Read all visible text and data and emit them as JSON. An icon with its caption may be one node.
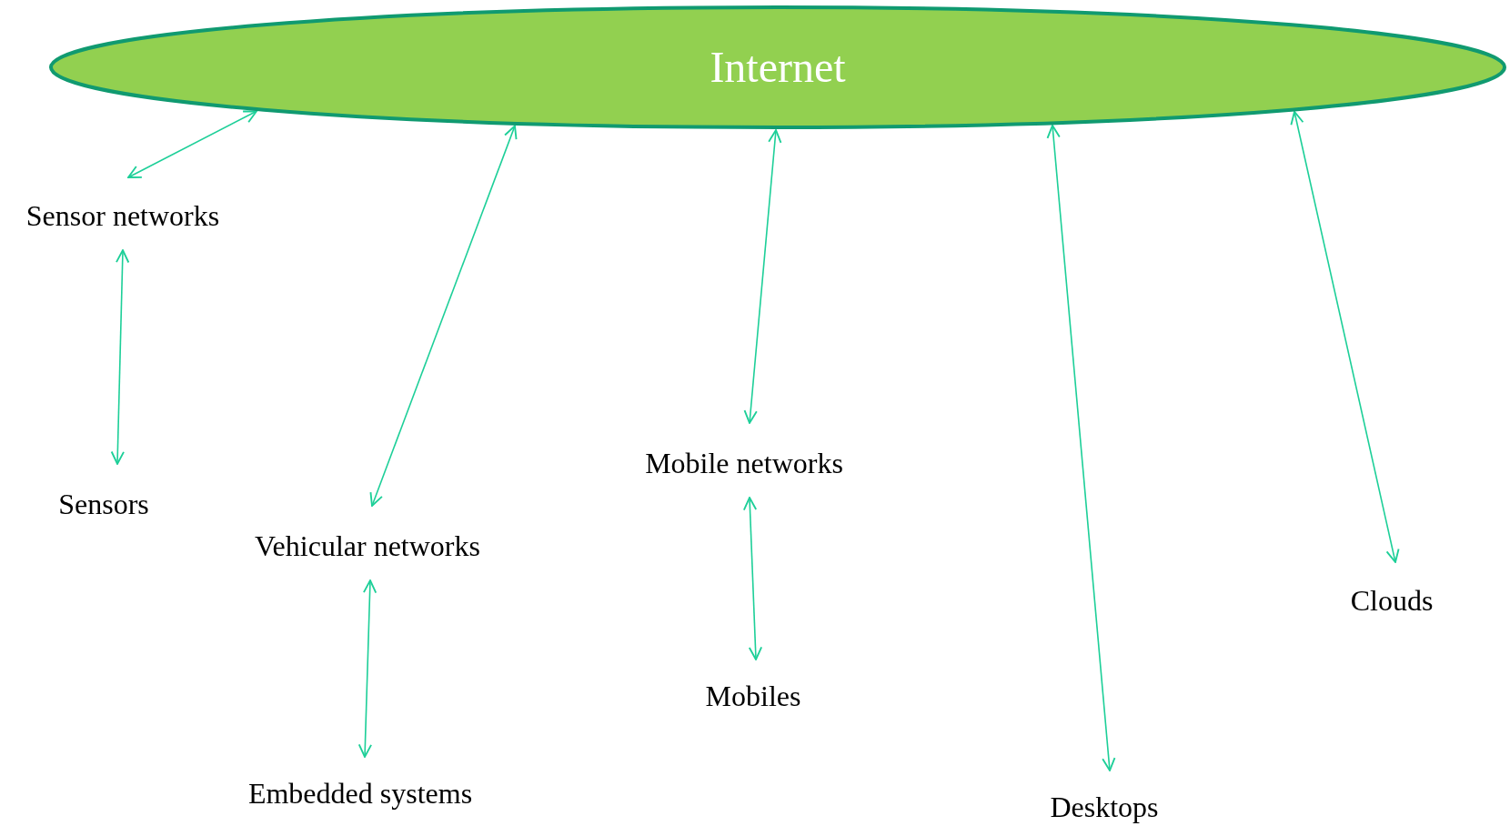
{
  "diagram": {
    "nodes": [
      {
        "text": [
          "Internet"
        ]
      },
      {
        "text": [
          "Sensor networks"
        ]
      },
      {
        "text": [
          "Sensors"
        ]
      },
      {
        "text": [
          "Vehicular networks"
        ]
      },
      {
        "text": [
          "Embedded systems"
        ]
      },
      {
        "text": [
          "Mobile networks"
        ]
      },
      {
        "text": [
          "Mobiles"
        ]
      },
      {
        "text": [
          "Desktops"
        ]
      },
      {
        "text": [
          "Clouds"
        ]
      }
    ],
    "edges": [
      {
        "from": 0,
        "to": 1,
        "arrow": "both"
      },
      {
        "from": 1,
        "to": 2,
        "arrow": "both"
      },
      {
        "from": 0,
        "to": 3,
        "arrow": "both"
      },
      {
        "from": 3,
        "to": 4,
        "arrow": "both"
      },
      {
        "from": 0,
        "to": 5,
        "arrow": "both"
      },
      {
        "from": 5,
        "to": 6,
        "arrow": "both"
      },
      {
        "from": 0,
        "to": 7,
        "arrow": "both"
      },
      {
        "from": 0,
        "to": 8,
        "arrow": "both"
      }
    ]
  }
}
